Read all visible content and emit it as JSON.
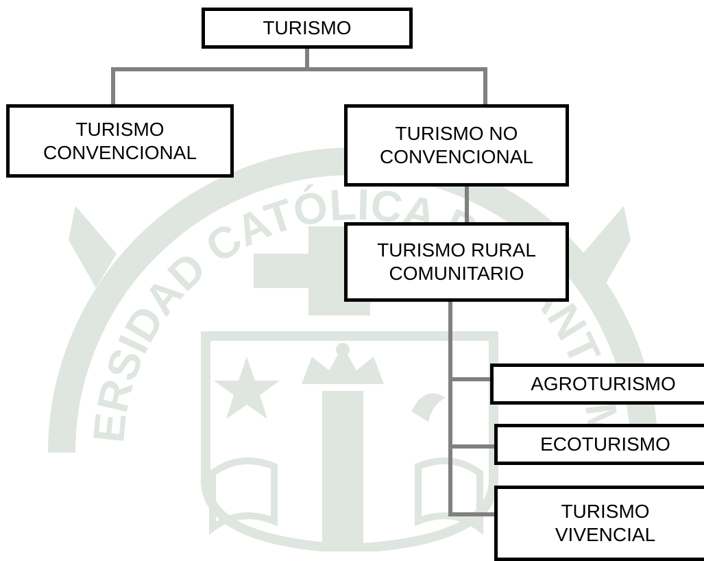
{
  "diagram": {
    "root": {
      "label": "TURISMO"
    },
    "conventional": {
      "label": "TURISMO\nCONVENCIONAL"
    },
    "non_conventional": {
      "label": "TURISMO NO\nCONVENCIONAL"
    },
    "rural_community": {
      "label": "TURISMO RURAL\nCOMUNITARIO"
    },
    "agro": {
      "label": "AGROTURISMO"
    },
    "eco": {
      "label": "ECOTURISMO"
    },
    "vivencial": {
      "label": "TURISMO\nVIVENCIAL"
    }
  },
  "watermark": {
    "arc_text": "UNIVERSIDAD CATÓLICA DE SANTA MARÍA",
    "color": "#8fa68f"
  },
  "colors": {
    "connector": "#808080",
    "node_border": "#000000",
    "node_fill": "#ffffff"
  }
}
